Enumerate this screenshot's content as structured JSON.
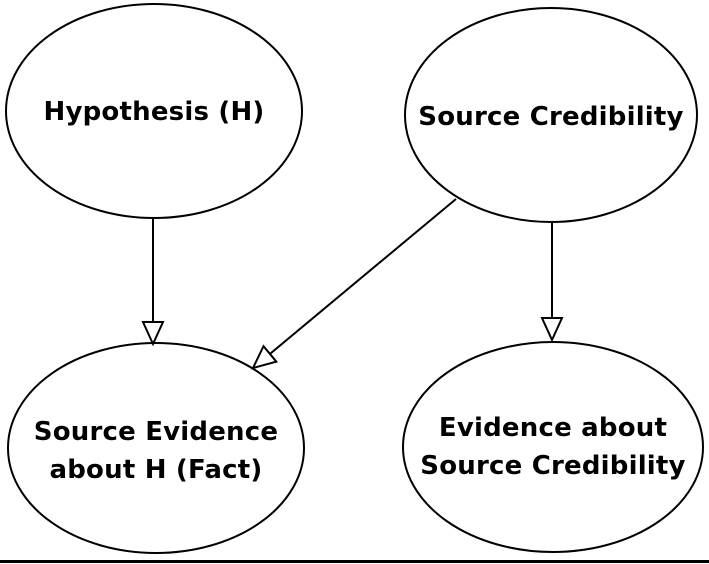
{
  "diagram": {
    "type": "node-link-graph",
    "nodes": [
      {
        "id": "hypothesis",
        "label": "Hypothesis (H)",
        "lines": [
          "Hypothesis (H)"
        ]
      },
      {
        "id": "source-credibility",
        "label": "Source Credibility",
        "lines": [
          "Source Credibility"
        ]
      },
      {
        "id": "source-evidence-about-h",
        "label": "Source Evidence about H (Fact)",
        "lines": [
          "Source Evidence",
          "about H (Fact)"
        ]
      },
      {
        "id": "evidence-about-source-credibility",
        "label": "Evidence about Source Credibility",
        "lines": [
          "Evidence about",
          "Source Credibility"
        ]
      }
    ],
    "edges": [
      {
        "from": "Hypothesis (H)",
        "to": "Source Evidence about H (Fact)",
        "arrowhead": "open-triangle"
      },
      {
        "from": "Source Credibility",
        "to": "Source Evidence about H (Fact)",
        "arrowhead": "open-triangle"
      },
      {
        "from": "Source Credibility",
        "to": "Evidence about Source Credibility",
        "arrowhead": "open-triangle"
      }
    ],
    "colors": {
      "stroke": "#000000",
      "text": "#000000",
      "background": "#ffffff",
      "arrowhead_fill": "#ffffff"
    }
  }
}
